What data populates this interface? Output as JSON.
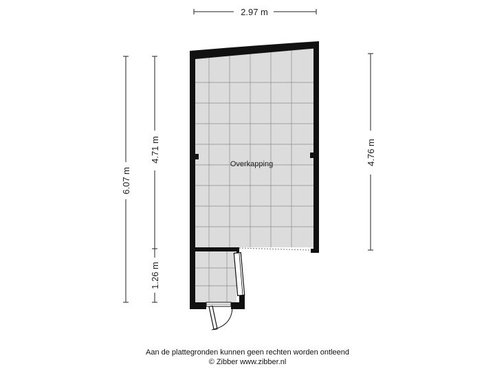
{
  "plan": {
    "room_label": "Overkapping",
    "dimensions": {
      "top_width": "2.97 m",
      "left_total": "6.07 m",
      "left_upper": "4.71 m",
      "left_lower": "1.26 m",
      "right_height": "4.76 m"
    }
  },
  "footer": {
    "disclaimer": "Aan de plattegronden kunnen geen rechten worden ontleend",
    "copyright": "© Zibber www.zibber.nl"
  },
  "colors": {
    "wall": "#111111",
    "floor": "#dcdcdc",
    "grid": "#8c8c8c",
    "dimension_line": "#222222"
  }
}
